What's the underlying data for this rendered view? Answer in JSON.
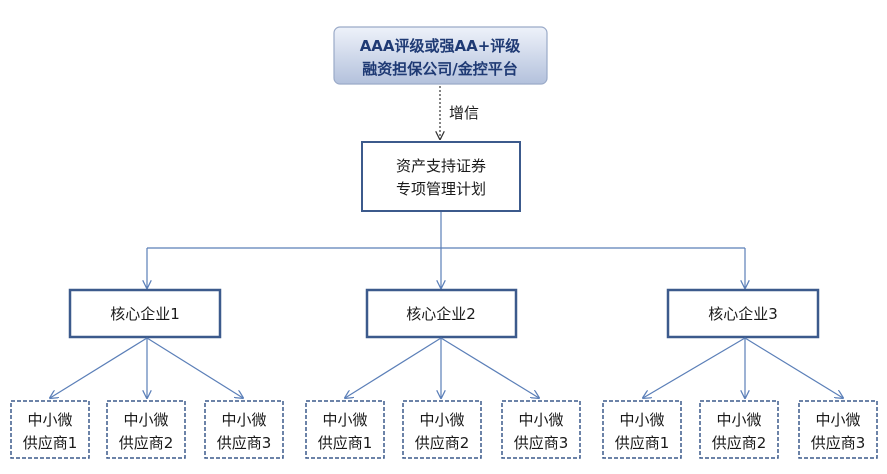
{
  "guarantor": {
    "line1": "AAA评级或强AA+评级",
    "line2": "融资担保公司/金控平台"
  },
  "enhancement_label": "增信",
  "abs_plan": {
    "line1": "资产支持证券",
    "line2": "专项管理计划"
  },
  "core_enterprises": [
    {
      "label": "核心企业1",
      "suppliers": [
        {
          "line1": "中小微",
          "line2": "供应商1"
        },
        {
          "line1": "中小微",
          "line2": "供应商2"
        },
        {
          "line1": "中小微",
          "line2": "供应商3"
        }
      ]
    },
    {
      "label": "核心企业2",
      "suppliers": [
        {
          "line1": "中小微",
          "line2": "供应商1"
        },
        {
          "line1": "中小微",
          "line2": "供应商2"
        },
        {
          "line1": "中小微",
          "line2": "供应商3"
        }
      ]
    },
    {
      "label": "核心企业3",
      "suppliers": [
        {
          "line1": "中小微",
          "line2": "供应商1"
        },
        {
          "line1": "中小微",
          "line2": "供应商2"
        },
        {
          "line1": "中小微",
          "line2": "供应商3"
        }
      ]
    }
  ],
  "colors": {
    "box_border": "#3c5a8c",
    "arrow": "#5b7fb8",
    "top_fill_light": "#e6ecf7",
    "top_fill_dark": "#aebcd8",
    "dotted": "#333333"
  }
}
